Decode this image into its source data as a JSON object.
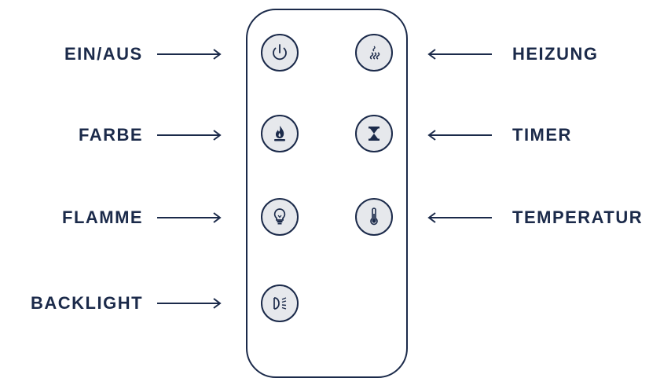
{
  "colors": {
    "ink": "#1b2a4a",
    "button_fill": "#e6e8ec",
    "background": "#ffffff"
  },
  "labels": {
    "power": "EIN/AUS",
    "color": "FARBE",
    "flame": "FLAMME",
    "backlight": "BACKLIGHT",
    "heating": "HEIZUNG",
    "timer": "TIMER",
    "temperature": "TEMPERATUR"
  },
  "buttons": [
    {
      "key": "power",
      "icon": "power-icon"
    },
    {
      "key": "heating",
      "icon": "heat-waves-icon"
    },
    {
      "key": "color",
      "icon": "flame-icon"
    },
    {
      "key": "timer",
      "icon": "hourglass-icon"
    },
    {
      "key": "flame",
      "icon": "light-bulb-icon"
    },
    {
      "key": "temperature",
      "icon": "thermometer-icon"
    },
    {
      "key": "backlight",
      "icon": "headlight-icon"
    }
  ]
}
